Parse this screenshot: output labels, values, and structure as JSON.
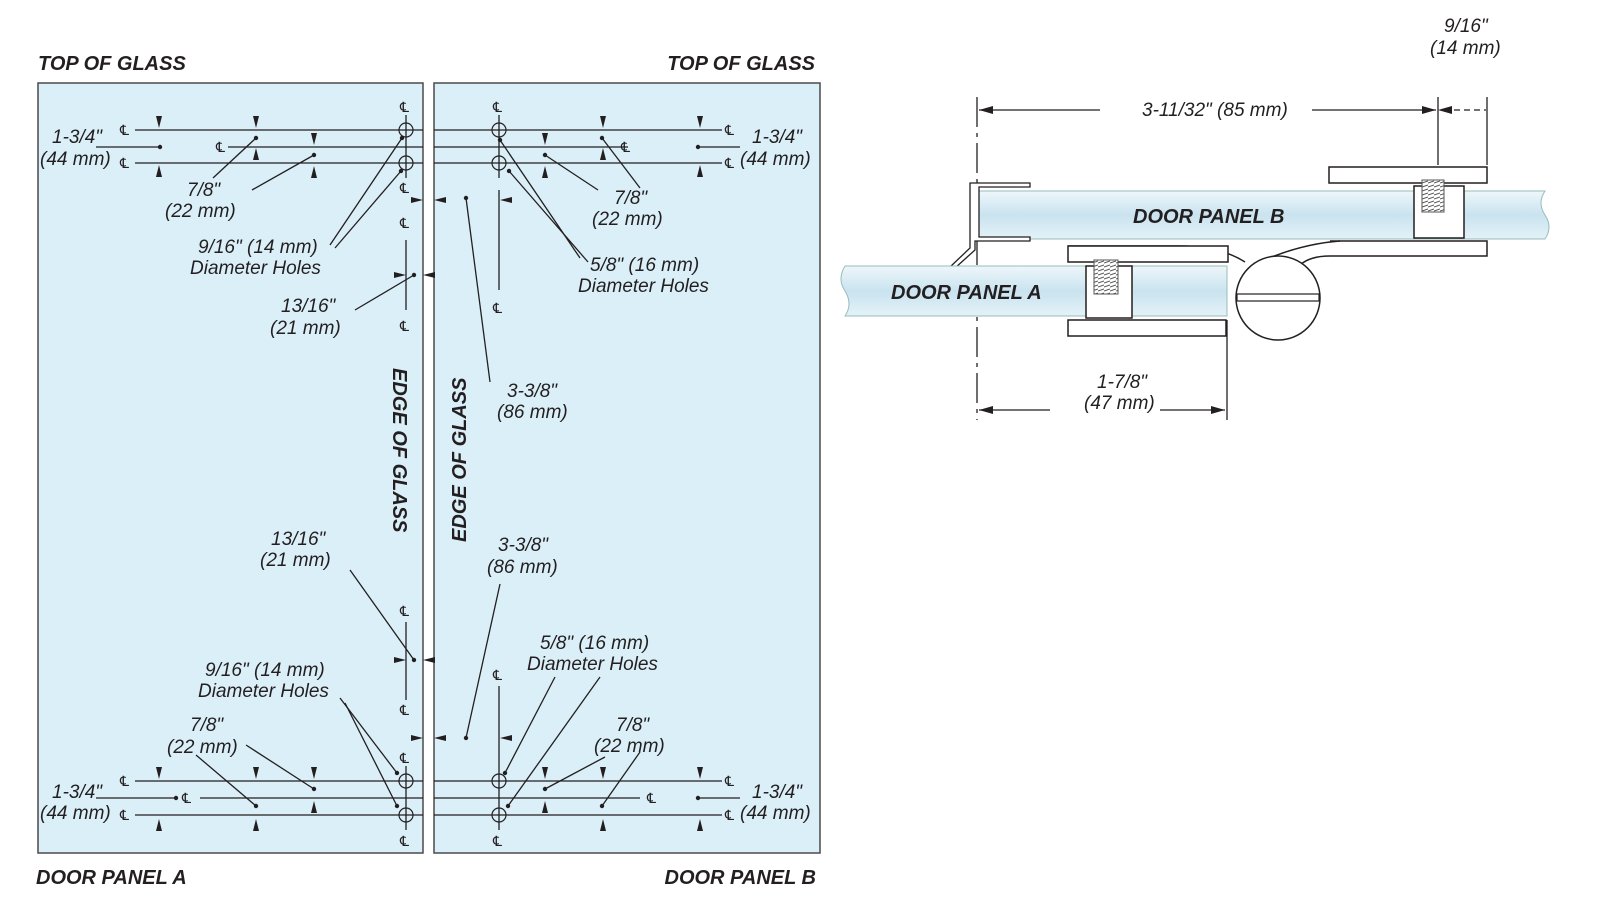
{
  "title_labels": {
    "top_left": "TOP OF GLASS",
    "top_right": "TOP OF GLASS",
    "bottom_left": "DOOR PANEL A",
    "bottom_right": "DOOR PANEL B"
  },
  "edge_labels": {
    "left": "EDGE OF GLASS",
    "right": "EDGE OF GLASS"
  },
  "symbols": {
    "centerline": "℄"
  },
  "dims": {
    "d_1_3_4": "1-3/4\"",
    "d_44mm": "(44 mm)",
    "d_7_8": "7/8\"",
    "d_22mm": "(22 mm)",
    "d_9_16_holes": "9/16\" (14 mm)",
    "d_diam_holes": "Diameter Holes",
    "d_5_8_holes": "5/8\" (16 mm)",
    "d_13_16": "13/16\"",
    "d_21mm": "(21 mm)",
    "d_3_3_8": "3-3/8\"",
    "d_86mm": "(86 mm)"
  },
  "section": {
    "dim_top_in": "9/16\"",
    "dim_top_mm": "(14 mm)",
    "dim_width": "3-11/32\" (85 mm)",
    "dim_bottom_in": "1-7/8\"",
    "dim_bottom_mm": "(47 mm)",
    "panel_b": "DOOR PANEL B",
    "panel_a": "DOOR PANEL A"
  },
  "colors": {
    "glass": "#dbeff8",
    "line": "#231f20"
  }
}
